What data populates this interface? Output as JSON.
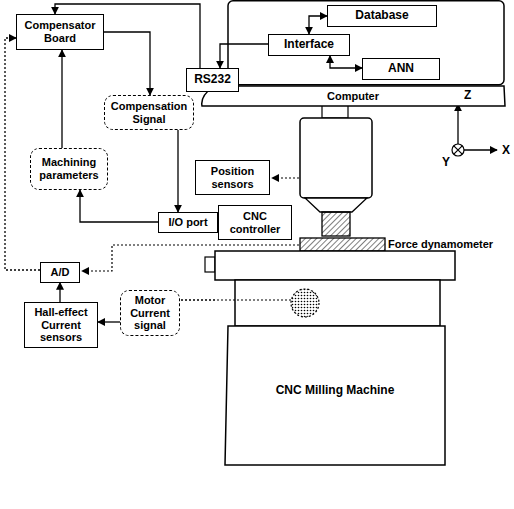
{
  "diagram": {
    "nodes": [
      {
        "text": [
          "Computer"
        ]
      },
      {
        "text": [
          "Database"
        ],
        "in": 0
      },
      {
        "text": [
          "Interface"
        ],
        "in": 0
      },
      {
        "text": [
          "ANN"
        ],
        "in": 0
      },
      {
        "text": [
          "RS232"
        ]
      },
      {
        "text": [
          "Compensator Board"
        ]
      },
      {
        "text": [
          "Compensation Signal"
        ]
      },
      {
        "text": [
          "Machining parameters"
        ]
      },
      {
        "text": [
          "Position sensors"
        ]
      },
      {
        "text": [
          "I/O port"
        ]
      },
      {
        "text": [
          "CNC controller"
        ]
      },
      {
        "text": [
          "A/D"
        ]
      },
      {
        "text": [
          "Hall-effect Current sensors"
        ]
      },
      {
        "text": [
          "Motor Current signal"
        ]
      },
      {
        "text": [
          "CNC Milling Machine"
        ]
      }
    ],
    "edges": [
      {
        "from": 2,
        "to": 1,
        "arrow": "both"
      },
      {
        "from": 3,
        "to": 2,
        "arrow": "both"
      },
      {
        "from": 2,
        "to": 4,
        "arrow": "to"
      },
      {
        "from": 4,
        "to": 5,
        "arrow": "to"
      },
      {
        "from": 5,
        "to": 6,
        "arrow": "to"
      },
      {
        "from": 6,
        "to": 9,
        "arrow": "to"
      },
      {
        "from": 7,
        "to": 5,
        "arrow": "to"
      },
      {
        "from": 9,
        "to": 7,
        "arrow": "to"
      },
      {
        "from": 14,
        "to": 13,
        "arrow": "none"
      },
      {
        "from": 13,
        "to": 12,
        "arrow": "to"
      },
      {
        "from": 12,
        "to": 11,
        "arrow": "to"
      },
      {
        "from": 11,
        "to": 5,
        "arrow": "to"
      }
    ],
    "labels": [
      "Force dynamometer",
      "Z",
      "Y",
      "X"
    ]
  }
}
